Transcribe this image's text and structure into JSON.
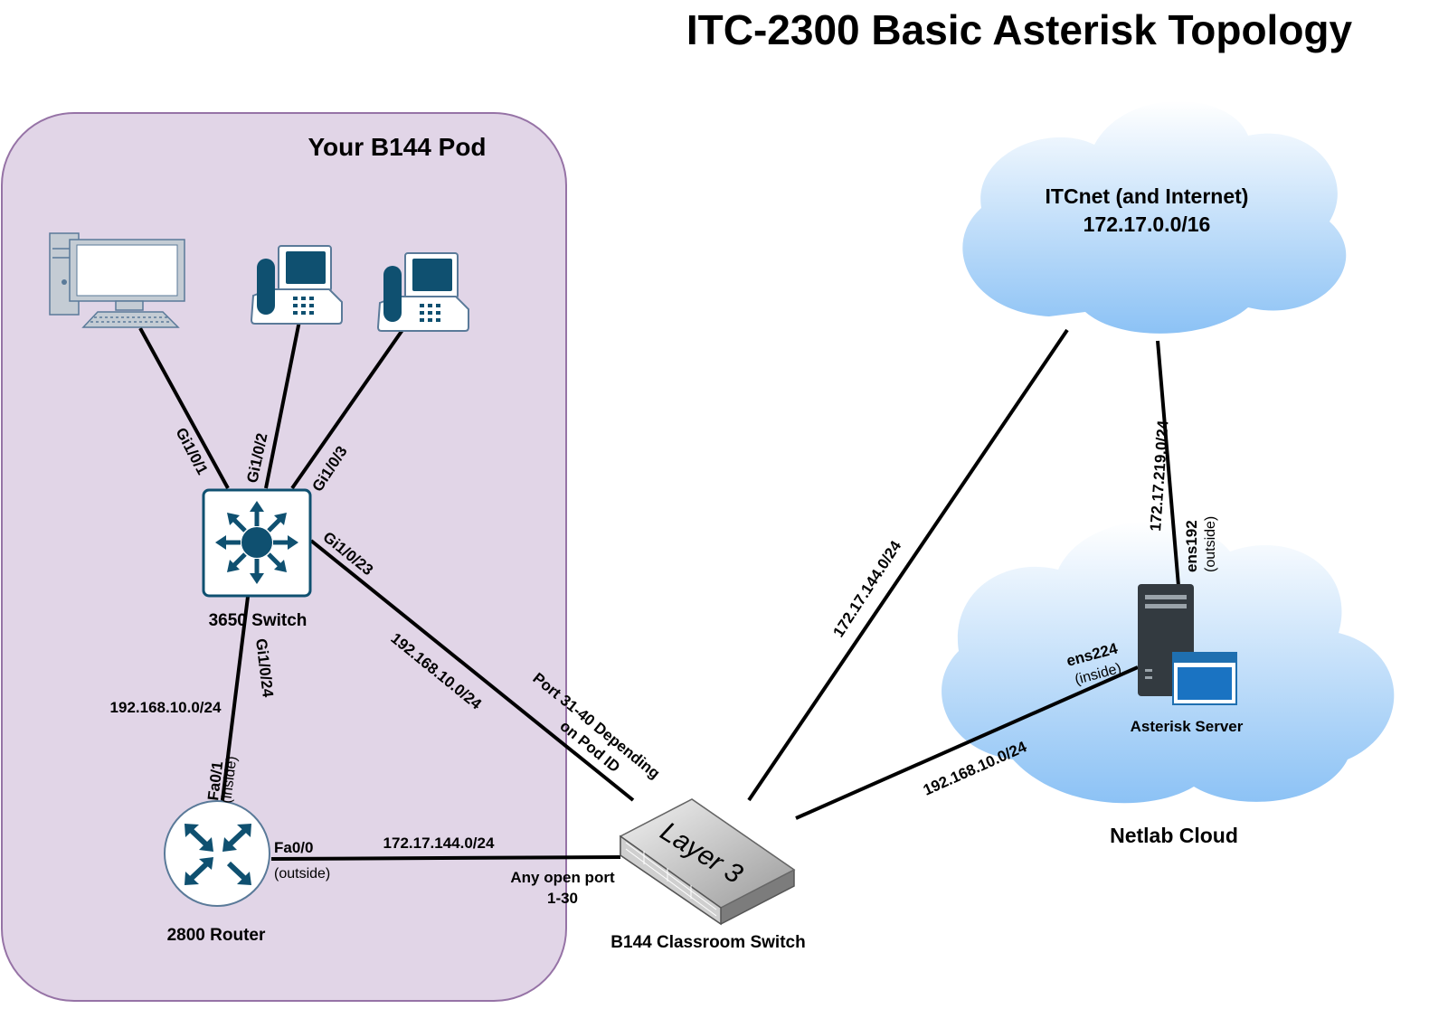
{
  "title": "ITC-2300 Basic Asterisk Topology",
  "pod": {
    "label": "Your B144 Pod"
  },
  "itcnet": {
    "name": "ITCnet (and Internet)",
    "subnet": "172.17.0.0/16"
  },
  "netlab": {
    "name": "Netlab Cloud"
  },
  "devices": {
    "switch3650": "3650 Switch",
    "router2800": "2800 Router",
    "classroom_switch": "B144 Classroom Switch",
    "classroom_icon_text": "Layer 3",
    "asterisk_server": "Asterisk Server"
  },
  "ports": {
    "gi101": "Gi1/0/1",
    "gi102": "Gi1/0/2",
    "gi103": "Gi1/0/3",
    "gi1023": "Gi1/0/23",
    "gi1024": "Gi1/0/24",
    "fa01": "Fa0/1",
    "fa01_role": "(inside)",
    "fa00": "Fa0/0",
    "fa00_role": "(outside)",
    "ens192": "ens192",
    "ens192_role": "(outside)",
    "ens224": "ens224",
    "ens224_role": "(inside)"
  },
  "subnets": {
    "switch_router": "192.168.10.0/24",
    "switch_classroom": "192.168.10.0/24",
    "router_classroom": "172.17.144.0/24",
    "classroom_itcnet": "172.17.144.0/24",
    "classroom_asterisk": "192.168.10.0/24",
    "itcnet_asterisk": "172.17.219.0/24"
  },
  "notes": {
    "uplink_ports_line1": "Port 31-40 Depending",
    "uplink_ports_line2": "on Pod ID",
    "open_port_line1": "Any open port",
    "open_port_line2": "1-30"
  },
  "colors": {
    "pod_fill": "#e1d5e7",
    "pod_border": "#9673a6",
    "cloud_bottom": "#8cc2f5",
    "device_accent": "#0f5070"
  }
}
